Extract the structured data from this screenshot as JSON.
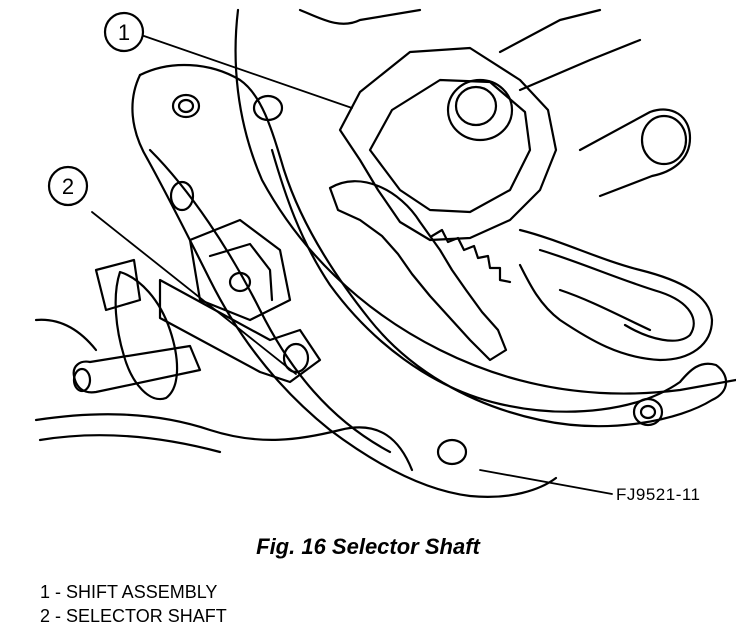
{
  "figure": {
    "code": "FJ9521-11",
    "callouts": [
      {
        "number": "1"
      },
      {
        "number": "2"
      }
    ]
  },
  "caption": "Fig. 16 Selector Shaft",
  "legend": [
    {
      "text": "1 - SHIFT ASSEMBLY"
    },
    {
      "text": "2 - SELECTOR SHAFT"
    }
  ]
}
